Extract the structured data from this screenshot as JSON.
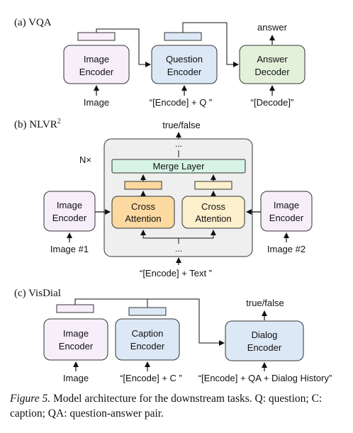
{
  "panels": {
    "a": {
      "label": "(a) VQA",
      "image_encoder": [
        "Image",
        "Encoder"
      ],
      "question_encoder": [
        "Question",
        "Encoder"
      ],
      "answer_decoder": [
        "Answer",
        "Decoder"
      ],
      "input_image": "Image",
      "input_question": "“[Encode] + Q ”",
      "input_decode": "“[Decode]”",
      "output": "answer"
    },
    "b": {
      "label": "(b) NLVR",
      "label_sup": "2",
      "output": "true/false",
      "repeat": "N×",
      "merge_layer": "Merge Layer",
      "cross_attention_left": [
        "Cross",
        "Attention"
      ],
      "cross_attention_right": [
        "Cross",
        "Attention"
      ],
      "image_encoder_left": [
        "Image",
        "Encoder"
      ],
      "image_encoder_right": [
        "Image",
        "Encoder"
      ],
      "input_image1": "Image #1",
      "input_image2": "Image #2",
      "input_text": "“[Encode] + Text ”",
      "ellipsis_top": "...",
      "ellipsis_bottom": "..."
    },
    "c": {
      "label": "(c) VisDial",
      "image_encoder": [
        "Image",
        "Encoder"
      ],
      "caption_encoder": [
        "Caption",
        "Encoder"
      ],
      "dialog_encoder": [
        "Dialog",
        "Encoder"
      ],
      "input_image": "Image",
      "input_caption": "“[Encode] + C ”",
      "input_dialog": "“[Encode] + QA + Dialog History”",
      "output": "true/false"
    }
  },
  "caption": {
    "figure_label": "Figure 5.",
    "text": " Model architecture for the downstream tasks. Q: question; C: caption; QA: question-answer pair."
  },
  "colors": {
    "image_encoder": "#f6eef8",
    "question_encoder": "#dce8f6",
    "answer_decoder": "#e3f1db",
    "caption_encoder": "#dce8f6",
    "dialog_encoder": "#dce8f6",
    "merge_layer": "#d6f3e6",
    "cross_attention_left": "#fcd9a0",
    "cross_attention_right": "#fdf0cc",
    "nx_panel": "#efefef",
    "stroke": "#333333"
  }
}
